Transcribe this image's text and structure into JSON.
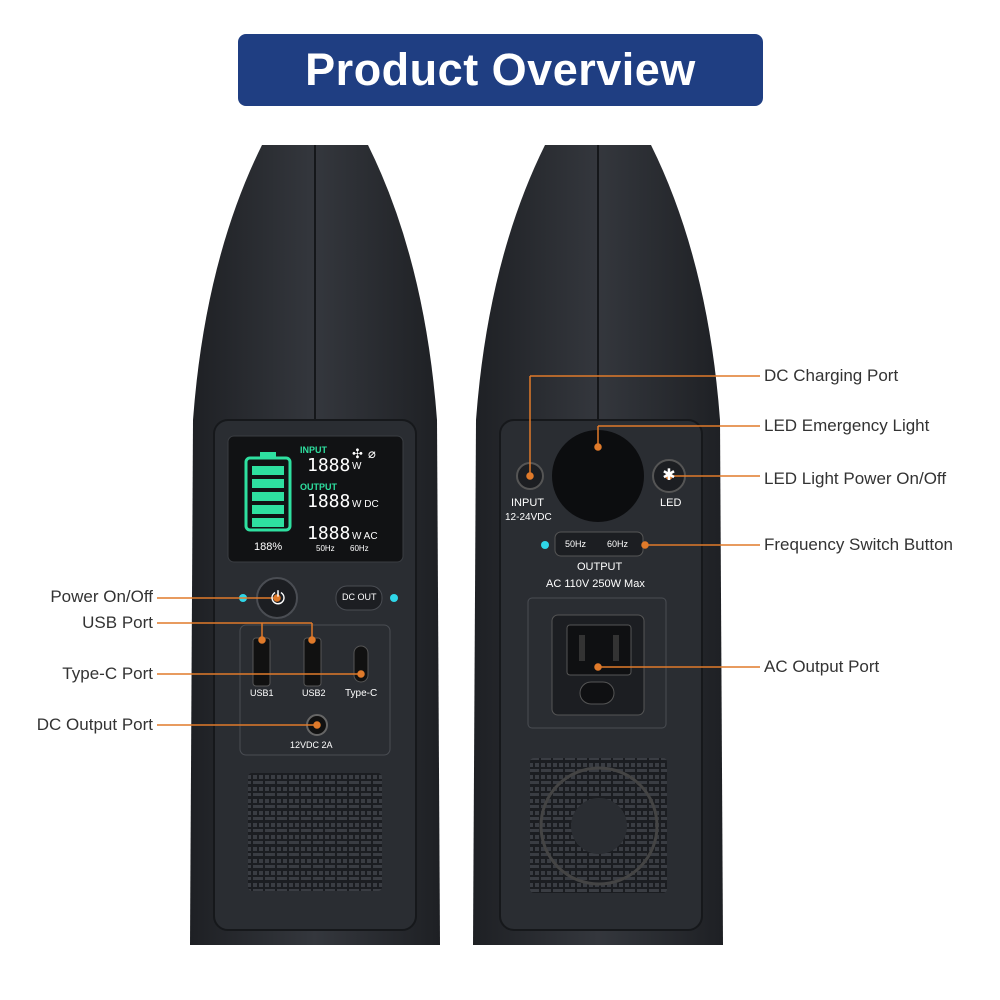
{
  "header": {
    "title": "Product Overview"
  },
  "front": {
    "display": {
      "input_label": "INPUT",
      "input_value": "1888",
      "input_unit": "W",
      "output_label": "OUTPUT",
      "dc_value": "1888",
      "dc_unit": "W DC",
      "ac_value": "1888",
      "ac_unit": "W AC",
      "battery_percent": "188%",
      "hz_50": "50Hz",
      "hz_60": "60Hz"
    },
    "dc_out_label": "DC  OUT",
    "usb1_label": "USB1",
    "usb2_label": "USB2",
    "typec_label": "Type-C",
    "dc_port_label": "12VDC  2A"
  },
  "back": {
    "input_label": "INPUT",
    "input_spec": "12-24VDC",
    "led_label": "LED",
    "freq_50": "50Hz",
    "freq_60": "60Hz",
    "output_label": "OUTPUT",
    "ac_spec": "AC 110V 250W Max"
  },
  "callouts": {
    "power": "Power On/Off",
    "usb": "USB Port",
    "typec": "Type-C Port",
    "dc_output": "DC Output Port",
    "dc_charging": "DC Charging Port",
    "led_emergency": "LED Emergency Light",
    "led_power": "LED Light Power On/Off",
    "freq_switch": "Frequency Switch Button",
    "ac_output": "AC Output Port"
  },
  "colors": {
    "banner": "#1f3e82",
    "device_body": "#2b2e33",
    "accent_line": "#e07a2a",
    "indicator": "#2fd6e8",
    "lcd_green": "#2ee0a0"
  }
}
